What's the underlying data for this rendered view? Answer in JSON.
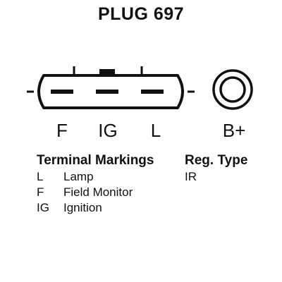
{
  "title": "PLUG 697",
  "plug": {
    "pins": [
      "F",
      "IG",
      "L"
    ],
    "post_label": "B+"
  },
  "terminal_markings": {
    "heading": "Terminal Markings",
    "items": [
      {
        "code": "L",
        "label": "Lamp"
      },
      {
        "code": "F",
        "label": "Field Monitor"
      },
      {
        "code": "IG",
        "label": "Ignition"
      }
    ]
  },
  "reg_type": {
    "heading": "Reg. Type",
    "value": "IR"
  },
  "colors": {
    "ink": "#111111",
    "background": "#ffffff"
  }
}
